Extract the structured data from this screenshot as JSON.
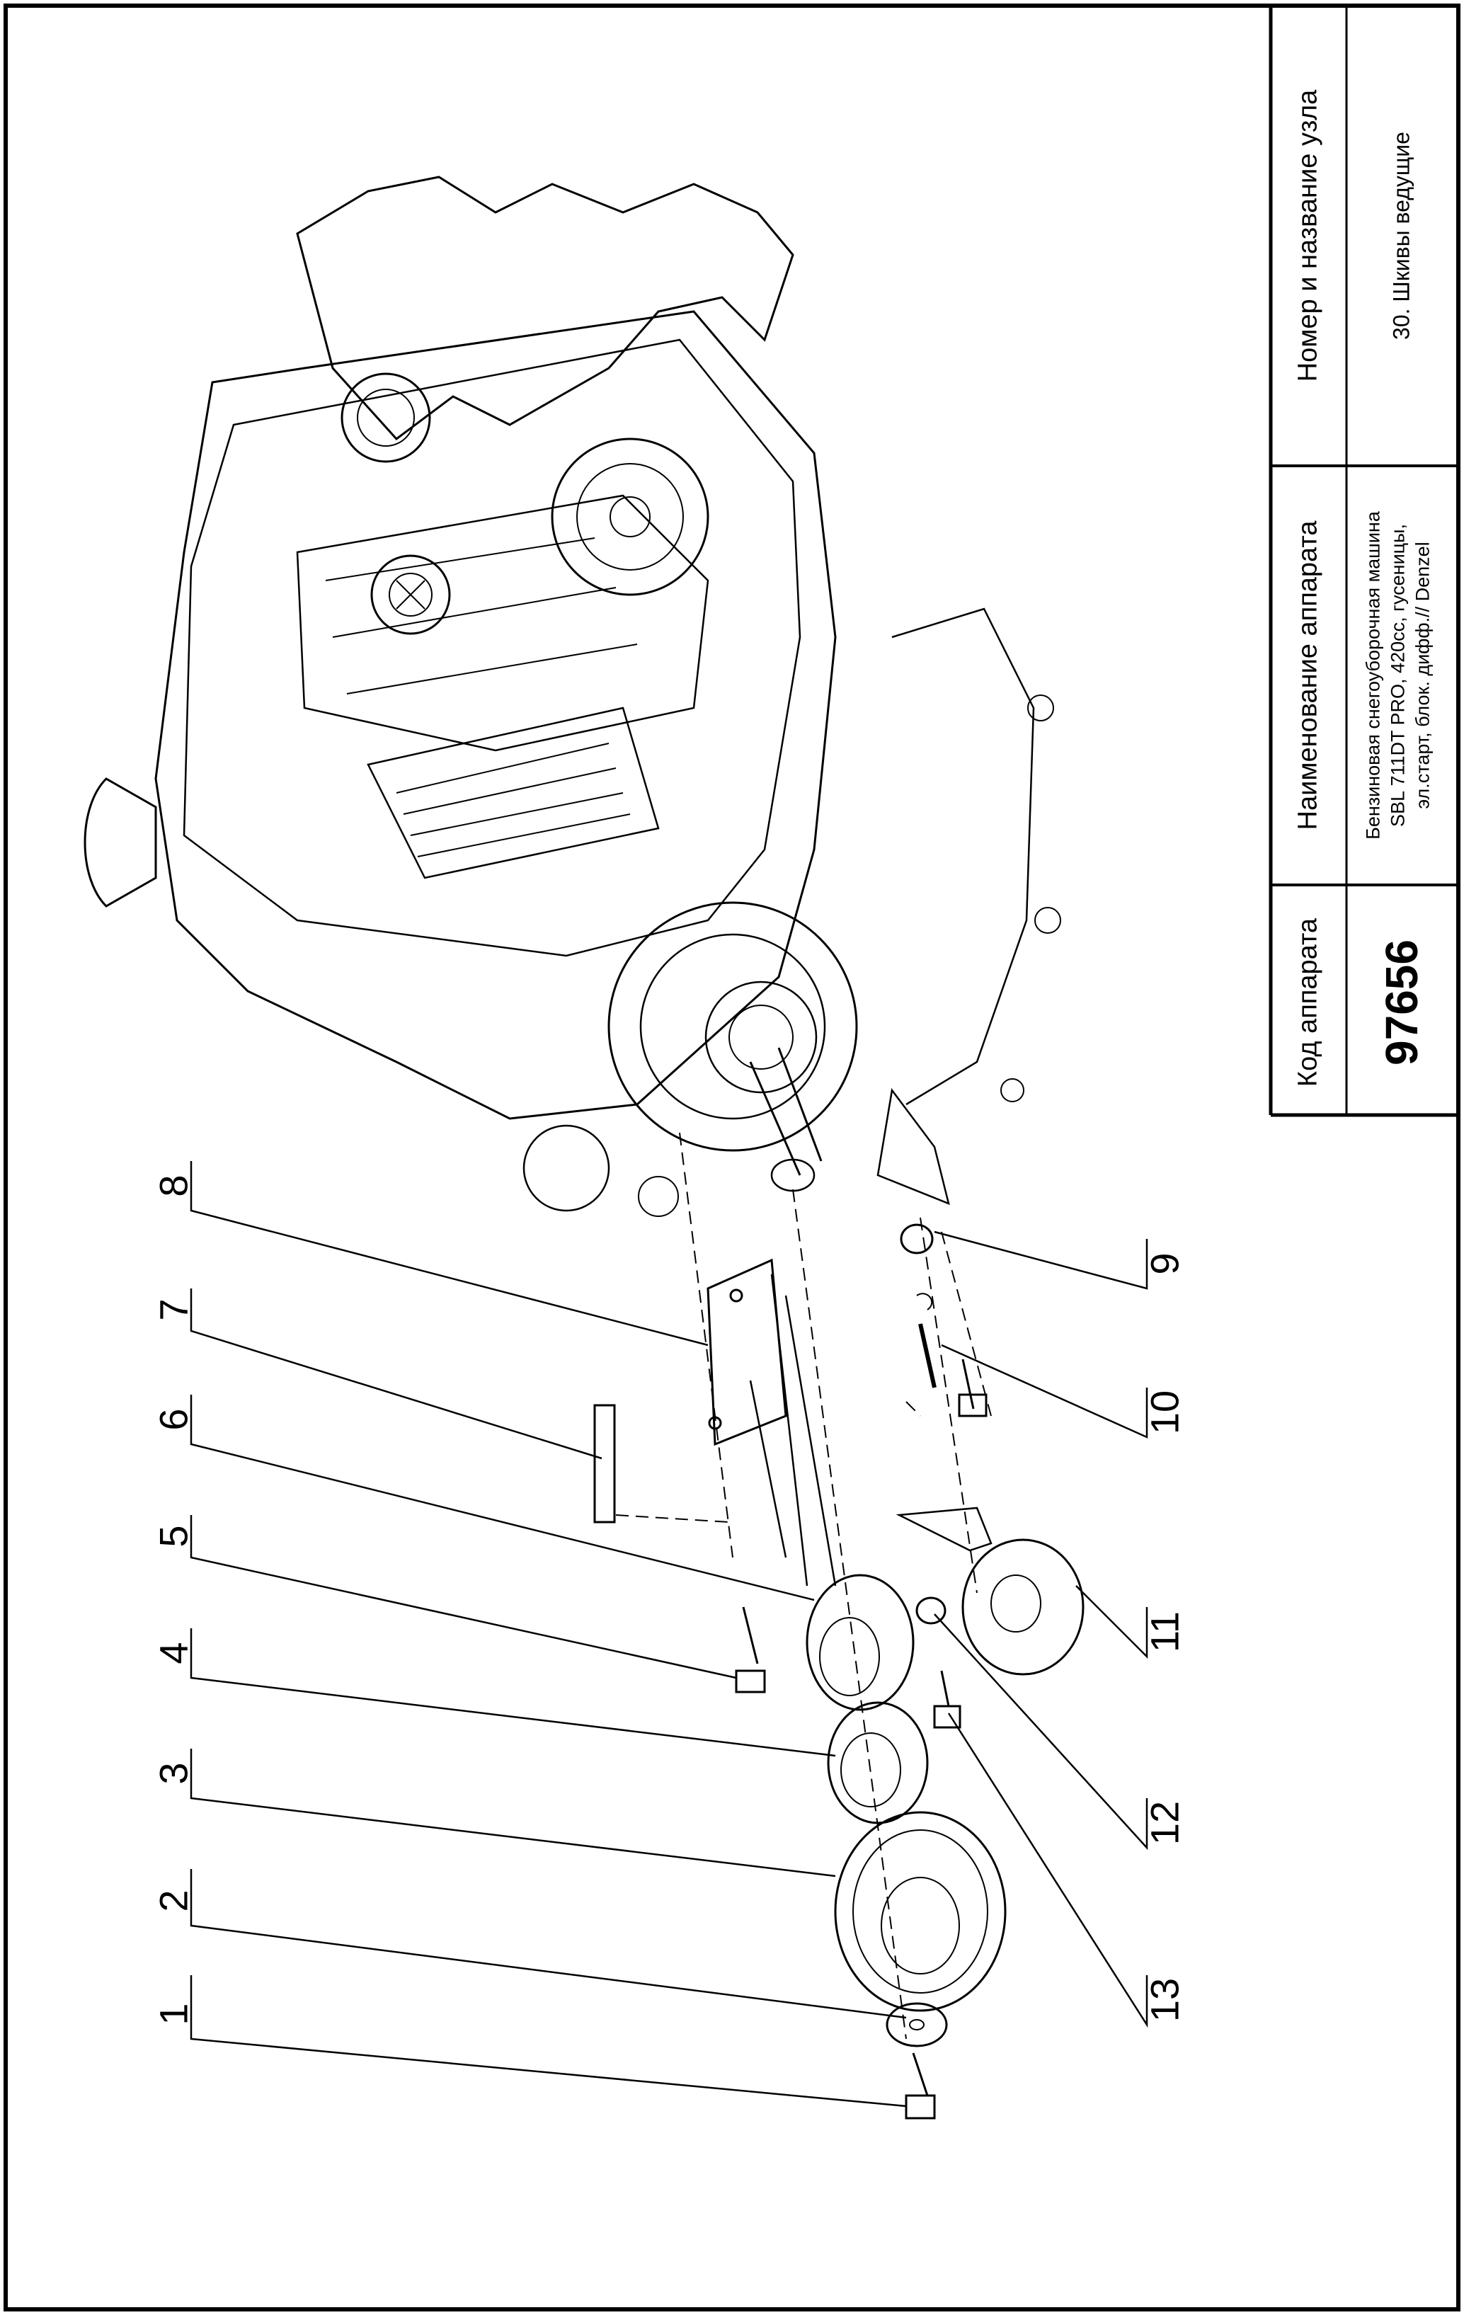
{
  "title_block": {
    "code_header": "Код аппарата",
    "code_value": "97656",
    "name_header": "Наименование аппарата",
    "name_lines": [
      "Бензиновая снегоуборочная машина",
      "SBL 711DT PRO, 420cc, гусеницы,",
      "эл.старт, блок. дифф.// Denzel"
    ],
    "unit_header": "Номер и название узла",
    "unit_value": "30. Шкивы ведущие"
  },
  "callouts": [
    "1",
    "2",
    "3",
    "4",
    "5",
    "6",
    "7",
    "8",
    "9",
    "10",
    "11",
    "12",
    "13"
  ],
  "illustration": {
    "subject": "exploded-view",
    "parts_shown": [
      "engine",
      "shaft",
      "bracket",
      "pulley",
      "bearing",
      "sprocket",
      "key",
      "tension-spring",
      "idler-roller",
      "nut",
      "bolt",
      "washer"
    ]
  }
}
